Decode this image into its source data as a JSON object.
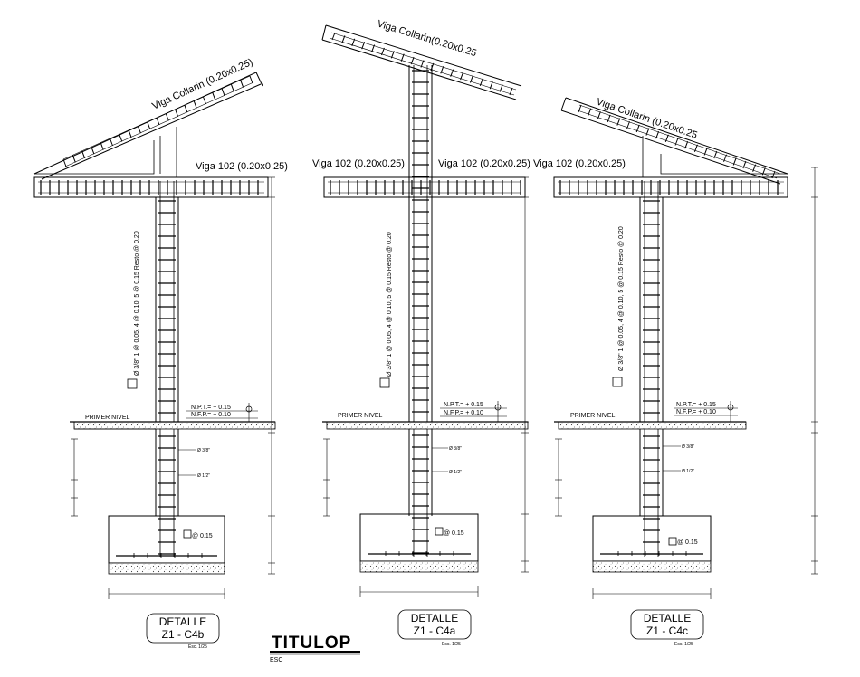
{
  "title": {
    "text": "TITULOP",
    "sub": "ESC"
  },
  "details": [
    {
      "id": "c4b",
      "caption_line1": "DETALLE",
      "caption_line2": "Z1 - C4b",
      "scale": "Esc. 1/25",
      "collar_beam": "Viga Collarin (0.20x0.25)",
      "beam_right": "Viga 102 (0.20x0.25)",
      "stirrups": "Ø 3/8\" 1 @ 0.05, 4 @ 0.10, 5 @ 0.15 Resto @ 0.20",
      "npt": "N.P.T.= + 0.15",
      "nfp": "N.F.P.= + 0.10",
      "level": "PRIMER NIVEL",
      "footing_spacing": "@ 0.15"
    },
    {
      "id": "c4a",
      "caption_line1": "DETALLE",
      "caption_line2": "Z1 - C4a",
      "scale": "Esc. 1/25",
      "collar_beam": "Viga Collarin(0.20x0.25",
      "beam_left": "Viga 102 (0.20x0.25)",
      "beam_right": "Viga 102 (0.20x0.25)",
      "stirrups": "Ø 3/8\" 1 @ 0.05, 4 @ 0.10, 5 @ 0.15 Resto @ 0.20",
      "npt": "N.P.T.= + 0.15",
      "nfp": "N.F.P.= + 0.10",
      "level": "PRIMER NIVEL",
      "footing_spacing": "@ 0.15"
    },
    {
      "id": "c4c",
      "caption_line1": "DETALLE",
      "caption_line2": "Z1 - C4c",
      "scale": "Esc. 1/25",
      "collar_beam": "Viga Collarin (0.20x0.25",
      "beam_left": "Viga 102 (0.20x0.25)",
      "stirrups": "Ø 3/8\" 1 @ 0.05, 4 @ 0.10, 5 @ 0.15 Resto @ 0.20",
      "npt": "N.P.T.= + 0.15",
      "nfp": "N.F.P.= + 0.10",
      "level": "PRIMER NIVEL",
      "footing_spacing": "@ 0.15"
    }
  ]
}
